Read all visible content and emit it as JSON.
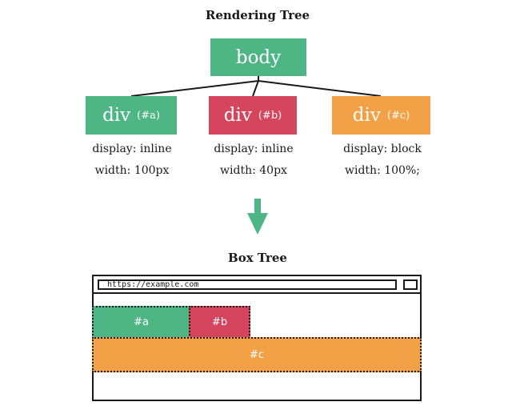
{
  "rendering_tree": {
    "title": "Rendering Tree",
    "root": {
      "label": "body",
      "color": "#4eb585"
    },
    "children": [
      {
        "label": "div",
        "tag": "(#a)",
        "color": "#4eb585",
        "display": "display: inline",
        "width": "width: 100px"
      },
      {
        "label": "div",
        "tag": "(#b)",
        "color": "#d6455e",
        "display": "display: inline",
        "width": "width: 40px"
      },
      {
        "label": "div",
        "tag": "(#c)",
        "color": "#f2a146",
        "display": "display: block",
        "width": "width: 100%;"
      }
    ]
  },
  "box_tree": {
    "title": "Box Tree",
    "url": "https://example.com",
    "boxes": [
      {
        "label": "#a",
        "color": "#4eb585"
      },
      {
        "label": "#b",
        "color": "#d6455e"
      },
      {
        "label": "#c",
        "color": "#f2a146"
      }
    ]
  }
}
